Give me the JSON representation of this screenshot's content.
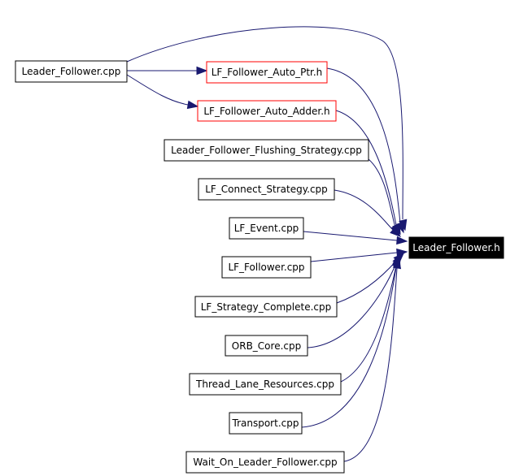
{
  "graph": {
    "colors": {
      "edge": "#191970",
      "red_border": "#ff0000",
      "target_fill": "#000000"
    },
    "nodes": {
      "leader_follower_cpp": "Leader_Follower.cpp",
      "lf_follower_auto_ptr_h": "LF_Follower_Auto_Ptr.h",
      "lf_follower_auto_adder_h": "LF_Follower_Auto_Adder.h",
      "leader_follower_flushing_strategy_cpp": "Leader_Follower_Flushing_Strategy.cpp",
      "lf_connect_strategy_cpp": "LF_Connect_Strategy.cpp",
      "lf_event_cpp": "LF_Event.cpp",
      "lf_follower_cpp": "LF_Follower.cpp",
      "lf_strategy_complete_cpp": "LF_Strategy_Complete.cpp",
      "orb_core_cpp": "ORB_Core.cpp",
      "thread_lane_resources_cpp": "Thread_Lane_Resources.cpp",
      "transport_cpp": "Transport.cpp",
      "wait_on_leader_follower_cpp": "Wait_On_Leader_Follower.cpp",
      "leader_follower_h": "Leader_Follower.h"
    }
  }
}
